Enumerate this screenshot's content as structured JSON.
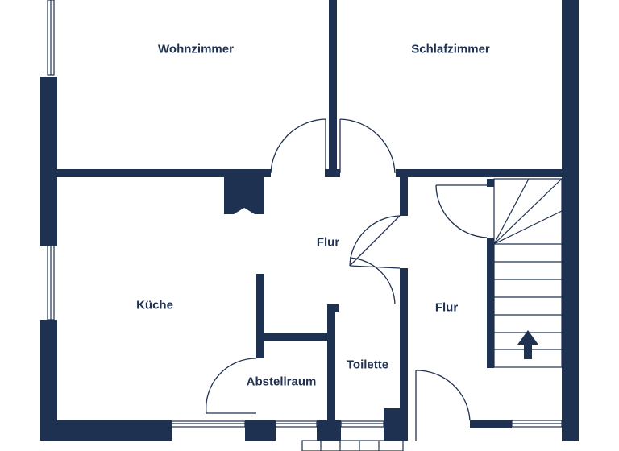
{
  "colors": {
    "wall": "#1f3150",
    "background": "#ffffff",
    "line": "#1f3150"
  },
  "rooms": {
    "wohnzimmer": "Wohnzimmer",
    "schlafzimmer": "Schlafzimmer",
    "flur_top": "Flur",
    "kueche": "Küche",
    "flur_right": "Flur",
    "toilette": "Toilette",
    "abstellraum": "Abstellraum"
  },
  "icons": {
    "stair_direction": "arrow-up-icon"
  }
}
